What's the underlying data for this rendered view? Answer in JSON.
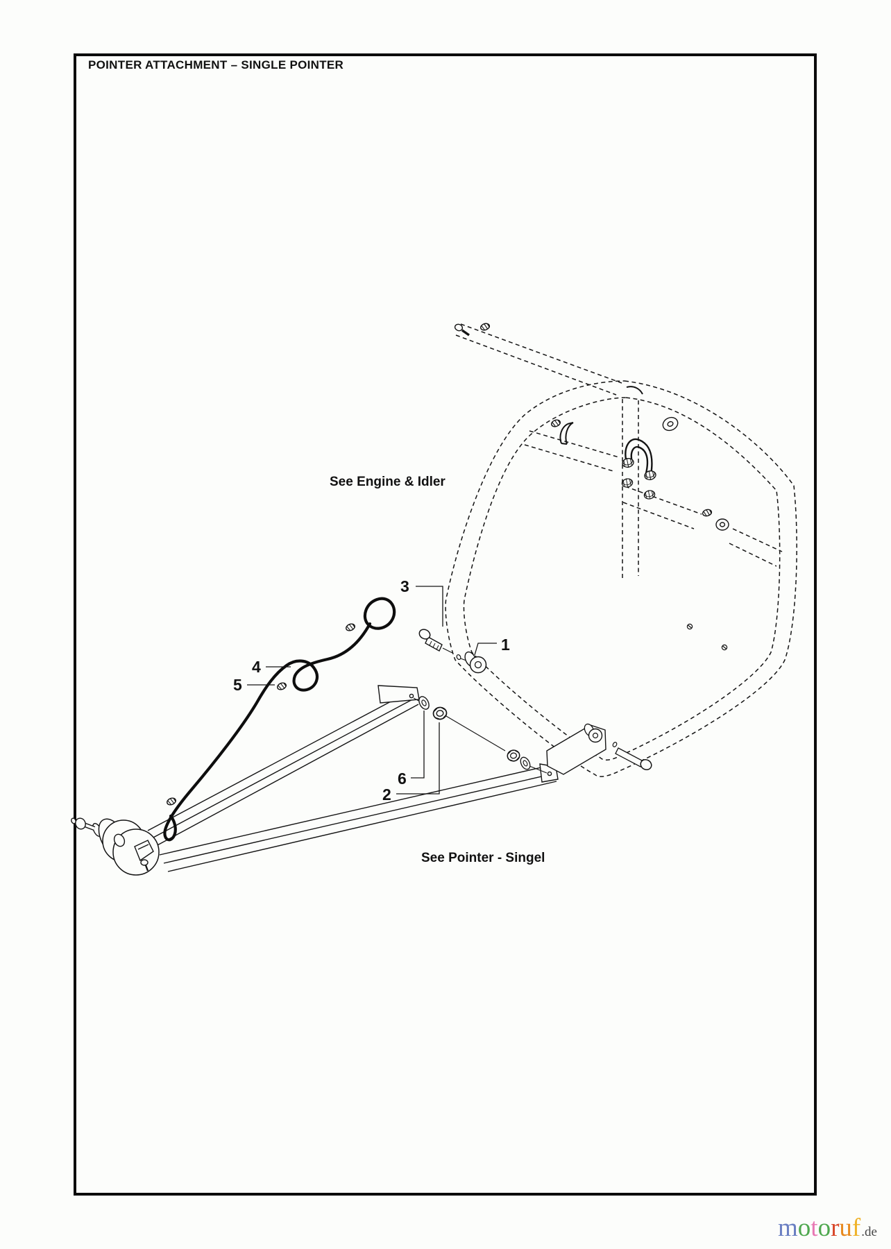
{
  "page": {
    "title": "POINTER ATTACHMENT – SINGLE POINTER"
  },
  "diagram": {
    "line_color": "#141414",
    "annotations": [
      {
        "text": "See Engine & Idler"
      },
      {
        "text": "See Pointer - Singel"
      }
    ],
    "callouts": [
      {
        "num": "1"
      },
      {
        "num": "2"
      },
      {
        "num": "3"
      },
      {
        "num": "4"
      },
      {
        "num": "5"
      },
      {
        "num": "6"
      }
    ]
  },
  "logo": {
    "letters": [
      {
        "char": "m",
        "color": "#6a7fc2"
      },
      {
        "char": "o",
        "color": "#4fa84f"
      },
      {
        "char": "t",
        "color": "#e878b4"
      },
      {
        "char": "o",
        "color": "#4fa84f"
      },
      {
        "char": "r",
        "color": "#d9482b"
      },
      {
        "char": "u",
        "color": "#e88a1f"
      },
      {
        "char": "f",
        "color": "#efb32a"
      }
    ],
    "suffix": ".de",
    "suffix_color": "#474747"
  }
}
